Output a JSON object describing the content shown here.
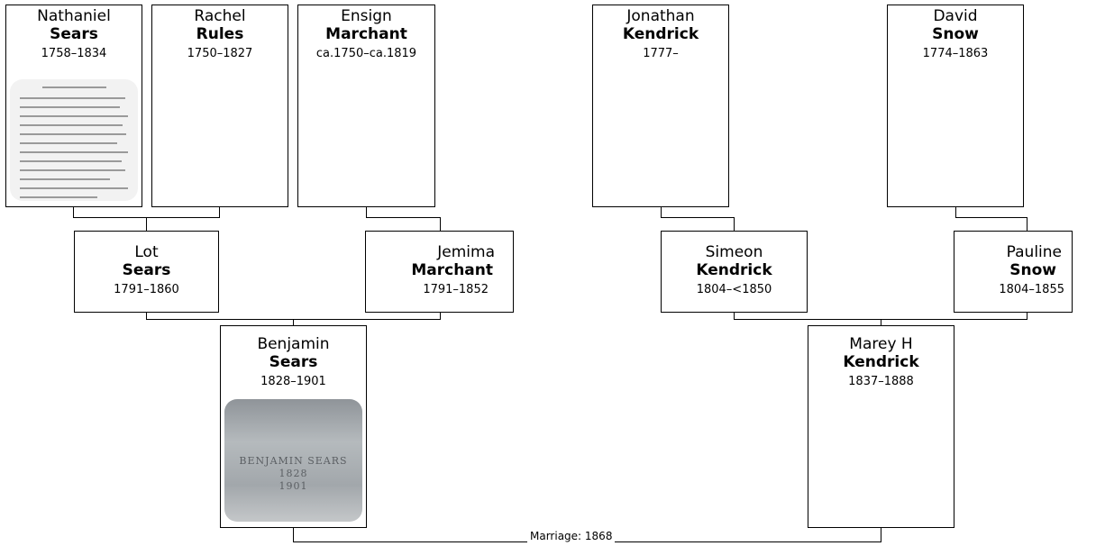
{
  "tree": {
    "people": {
      "nathaniel": {
        "given": "Nathaniel",
        "surname": "Sears",
        "dates": "1758–1834"
      },
      "rachel": {
        "given": "Rachel",
        "surname": "Rules",
        "dates": "1750–1827"
      },
      "ensign": {
        "given": "Ensign",
        "surname": "Marchant",
        "dates": "ca.1750–ca.1819"
      },
      "jonathan": {
        "given": "Jonathan",
        "surname": "Kendrick",
        "dates": "1777–"
      },
      "david": {
        "given": "David",
        "surname": "Snow",
        "dates": "1774–1863"
      },
      "lot": {
        "given": "Lot",
        "surname": "Sears",
        "dates": "1791–1860"
      },
      "jemima": {
        "given": "Jemima",
        "surname": "Marchant",
        "dates": "1791–1852"
      },
      "simeon": {
        "given": "Simeon",
        "surname": "Kendrick",
        "dates": "1804–<1850"
      },
      "pauline": {
        "given": "Pauline",
        "surname": "Snow",
        "dates": "1804–1855"
      },
      "benjamin": {
        "given": "Benjamin",
        "surname": "Sears",
        "dates": "1828–1901"
      },
      "marey": {
        "given": "Marey H",
        "surname": "Kendrick",
        "dates": "1837–1888"
      }
    },
    "marriage_label": "Marriage: 1868",
    "photos": {
      "benjamin_inscription": [
        "BENJAMIN SEARS",
        "1828",
        "1901"
      ]
    }
  }
}
